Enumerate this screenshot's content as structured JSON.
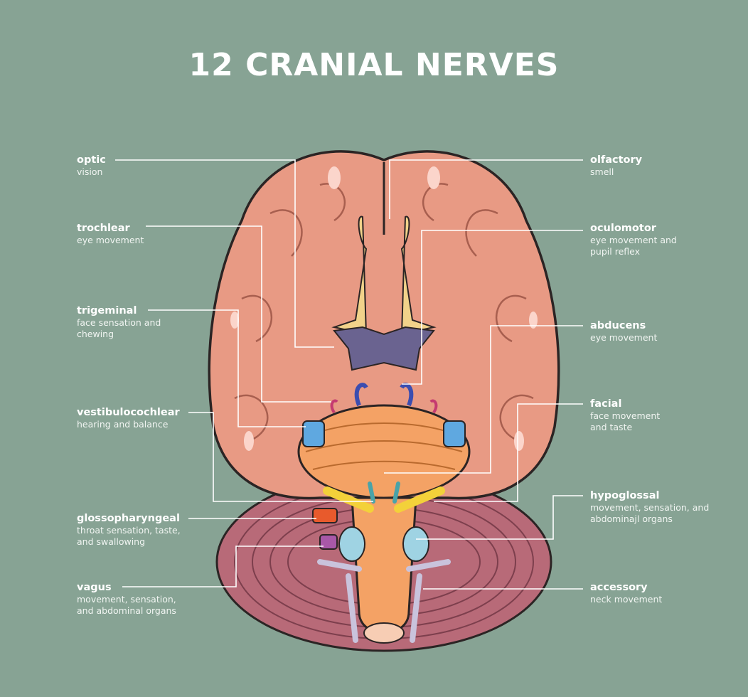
{
  "title": "12 CRANIAL NERVES",
  "colors": {
    "background": "#87a394",
    "brain": "#e89a84",
    "brain_outline": "#2b2424",
    "cerebellum": "#b86a78",
    "pons": "#f4a265",
    "olfactory": "#f1d28a",
    "chiasm": "#6a6390",
    "leader_line": "#ffffff"
  },
  "nerves": [
    {
      "name": "optic",
      "description": "vision",
      "side": "left"
    },
    {
      "name": "trochlear",
      "description": "eye movement",
      "side": "left"
    },
    {
      "name": "trigeminal",
      "description": "face sensation and chewing",
      "side": "left"
    },
    {
      "name": "vestibulocochlear",
      "description": "hearing and balance",
      "side": "left"
    },
    {
      "name": "glossopharyngeal",
      "description": "throat sensation, taste, and swallowing",
      "side": "left"
    },
    {
      "name": "vagus",
      "description": "movement, sensation, and abdominal organs",
      "side": "left"
    },
    {
      "name": "olfactory",
      "description": "smell",
      "side": "right"
    },
    {
      "name": "oculomotor",
      "description": "eye movement and pupil reflex",
      "side": "right"
    },
    {
      "name": "abducens",
      "description": "eye movement",
      "side": "right"
    },
    {
      "name": "facial",
      "description": "face movement and taste",
      "side": "right"
    },
    {
      "name": "hypoglossal",
      "description": "movement, sensation, and abdominajl organs",
      "side": "right"
    },
    {
      "name": "accessory",
      "description": "neck movement",
      "side": "right"
    }
  ]
}
